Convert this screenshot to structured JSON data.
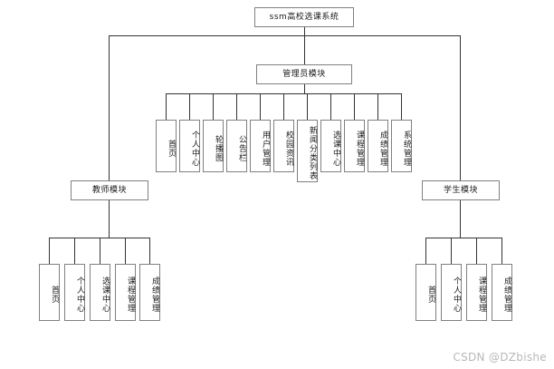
{
  "diagram": {
    "title": "ssm高校选课系统",
    "root": {
      "label": "ssm高校选课系统"
    },
    "modules": {
      "admin": {
        "label": "管理员模块"
      },
      "teacher": {
        "label": "教师模块"
      },
      "student": {
        "label": "学生模块"
      }
    },
    "admin_children": [
      {
        "label": "首页"
      },
      {
        "label": "个人中心"
      },
      {
        "label": "轮播图"
      },
      {
        "label": "公告栏"
      },
      {
        "label": "用户管理"
      },
      {
        "label": "校园资讯"
      },
      {
        "label": "新闻分类列表"
      },
      {
        "label": "选课中心"
      },
      {
        "label": "课程管理"
      },
      {
        "label": "成绩管理"
      },
      {
        "label": "系统管理"
      }
    ],
    "teacher_children": [
      {
        "label": "首页"
      },
      {
        "label": "个人中心"
      },
      {
        "label": "选课中心"
      },
      {
        "label": "课程管理"
      },
      {
        "label": "成绩管理"
      }
    ],
    "student_children": [
      {
        "label": "首页"
      },
      {
        "label": "个人中心"
      },
      {
        "label": "课程管理"
      },
      {
        "label": "成绩管理"
      }
    ],
    "watermark": "CSDN @DZbishe",
    "colors": {
      "box_border": "#808080",
      "line": "#333333",
      "text": "#1a1a1a",
      "background": "#ffffff",
      "watermark": "#b8b8b8"
    }
  }
}
